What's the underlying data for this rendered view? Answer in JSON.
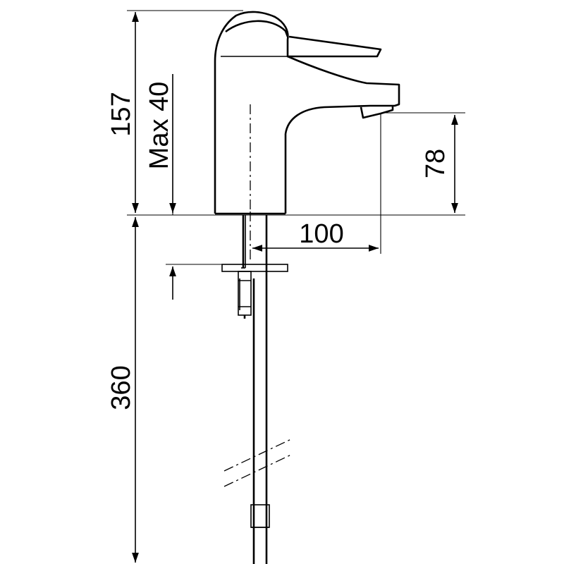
{
  "drawing": {
    "dimensions": {
      "overall_height": "157",
      "max_thickness": "Max 40",
      "spout_height": "78",
      "spout_reach": "100",
      "hose_length": "360"
    },
    "colors": {
      "line": "#000000",
      "background": "#ffffff"
    }
  }
}
